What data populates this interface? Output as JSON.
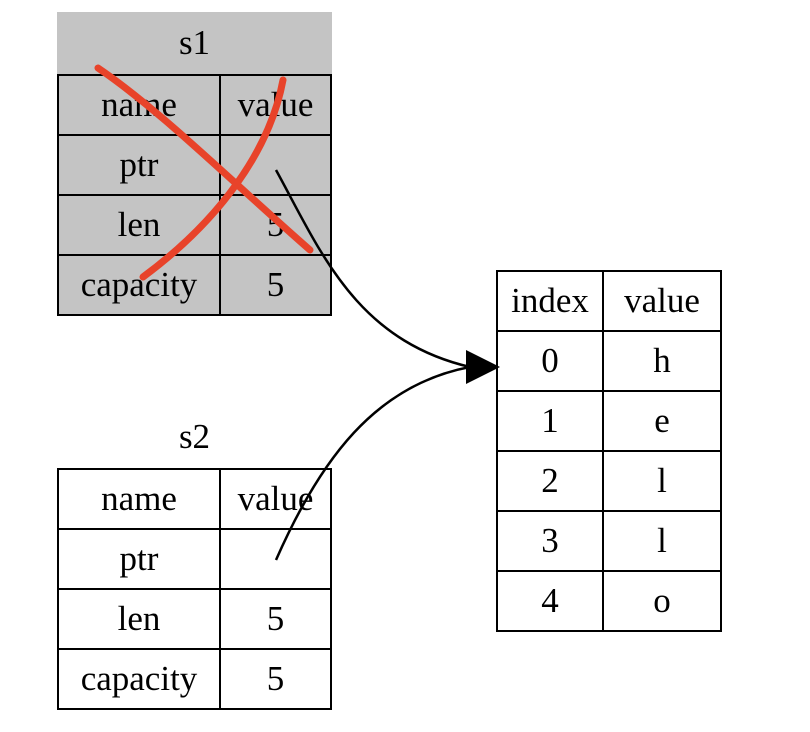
{
  "s1": {
    "title": "s1",
    "header": [
      "name",
      "value"
    ],
    "rows": [
      {
        "name": "ptr",
        "value": ""
      },
      {
        "name": "len",
        "value": "5"
      },
      {
        "name": "capacity",
        "value": "5"
      }
    ]
  },
  "s2": {
    "title": "s2",
    "header": [
      "name",
      "value"
    ],
    "rows": [
      {
        "name": "ptr",
        "value": ""
      },
      {
        "name": "len",
        "value": "5"
      },
      {
        "name": "capacity",
        "value": "5"
      }
    ]
  },
  "heap": {
    "header": [
      "index",
      "value"
    ],
    "rows": [
      {
        "index": "0",
        "value": "h"
      },
      {
        "index": "1",
        "value": "e"
      },
      {
        "index": "2",
        "value": "l"
      },
      {
        "index": "3",
        "value": "l"
      },
      {
        "index": "4",
        "value": "o"
      }
    ]
  },
  "colors": {
    "moved_fill": "#c4c4c4",
    "strike": "#e8432a",
    "line": "#000000"
  },
  "icons": {
    "strike": "cross-out-x-icon",
    "pointer": "arrow-icon"
  }
}
